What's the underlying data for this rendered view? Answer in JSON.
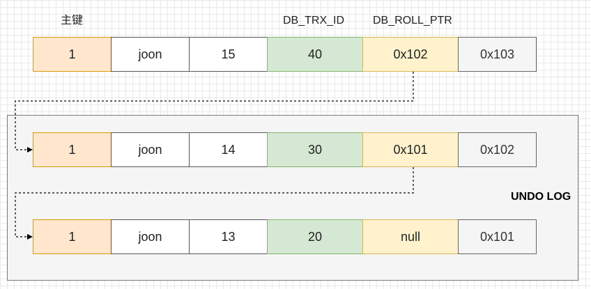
{
  "headers": {
    "pk": "主键",
    "trx_id": "DB_TRX_ID",
    "roll_ptr": "DB_ROLL_PTR"
  },
  "undo_log_label": "UNDO LOG",
  "rows": [
    {
      "pk": "1",
      "name": "joon",
      "value": "15",
      "trx_id": "40",
      "roll_ptr": "0x102",
      "address": "0x103"
    },
    {
      "pk": "1",
      "name": "joon",
      "value": "14",
      "trx_id": "30",
      "roll_ptr": "0x101",
      "address": "0x102"
    },
    {
      "pk": "1",
      "name": "joon",
      "value": "13",
      "trx_id": "20",
      "roll_ptr": "null",
      "address": "0x101"
    }
  ],
  "colors": {
    "pk": "#ffe6cc",
    "trx_id": "#d5e8d4",
    "roll_ptr": "#fff2cc",
    "address": "#f5f5f5",
    "undo_area": "#f5f5f5"
  }
}
